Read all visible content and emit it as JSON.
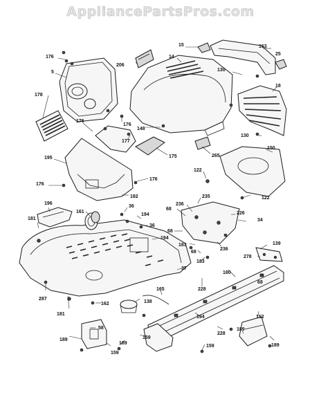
{
  "watermark": "AppliancePartsPros.com",
  "callouts": [
    "15",
    "163",
    "25",
    "176",
    "206",
    "14",
    "130",
    "5",
    "18",
    "178",
    "176",
    "148",
    "130",
    "150",
    "176",
    "177",
    "175",
    "265",
    "195",
    "122",
    "122",
    "176",
    "176",
    "182",
    "235",
    "236",
    "68",
    "226",
    "196",
    "161",
    "36",
    "194",
    "36",
    "34",
    "181",
    "68",
    "194",
    "183",
    "236",
    "139",
    "68",
    "183",
    "278",
    "68",
    "37",
    "165",
    "228",
    "180",
    "287",
    "162",
    "138",
    "194",
    "181",
    "58",
    "159",
    "152",
    "228",
    "189",
    "189",
    "189",
    "159",
    "159",
    "189"
  ]
}
